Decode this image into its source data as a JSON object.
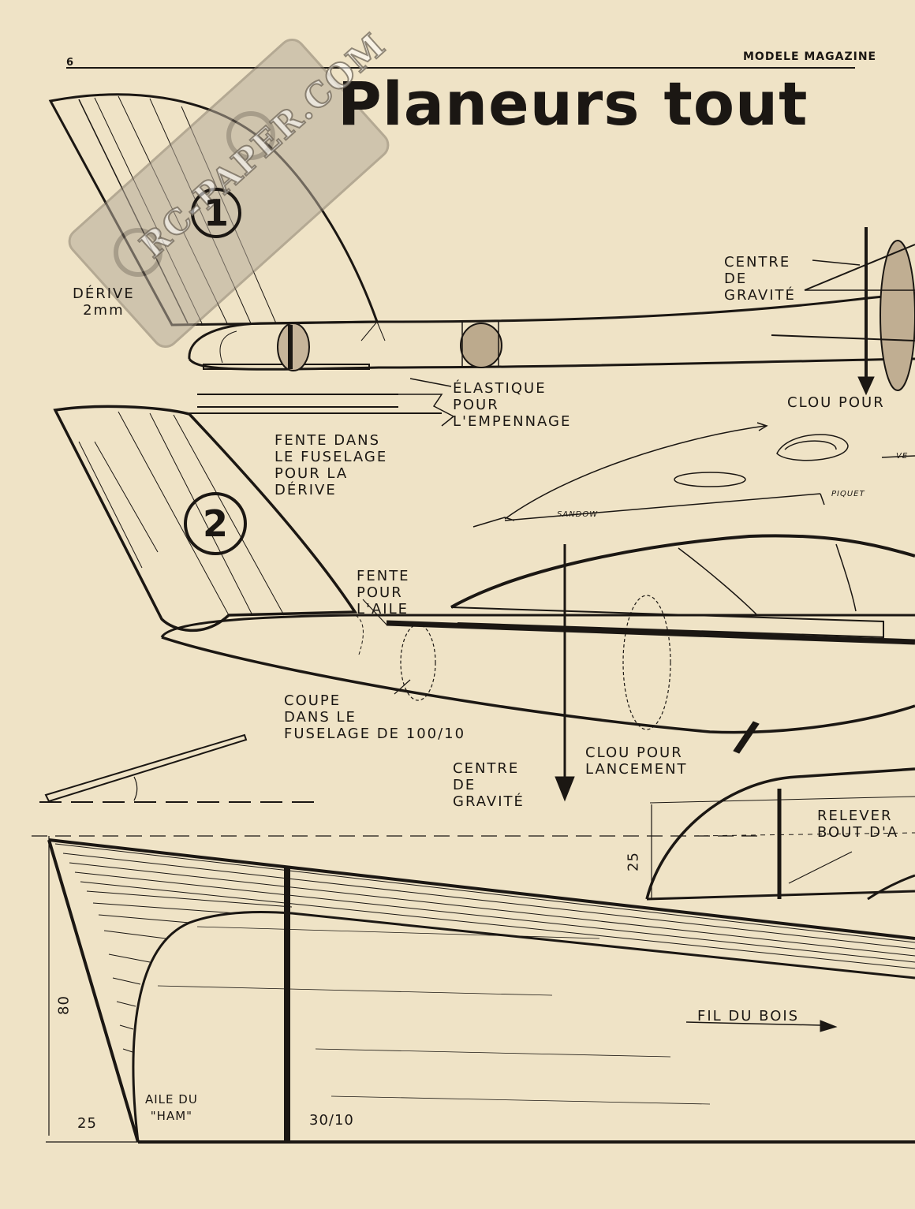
{
  "header": {
    "page_number": "6",
    "magazine": "MODELE MAGAZINE",
    "title_words": [
      "Planeurs",
      "tout"
    ]
  },
  "watermark": {
    "text": "RC-PAPER.COM"
  },
  "figures": {
    "one": "1",
    "two": "2"
  },
  "labels": {
    "derive": "DÉRIVE\n2mm",
    "elastique": "ÉLASTIQUE\nPOUR\nL'EMPENNAGE",
    "fente_fuselage": "FENTE DANS\nLE FUSELAGE\nPOUR LA\nDÉRIVE",
    "centre_gravite_top": "CENTRE\nDE\nGRAVITÉ",
    "clou_pour_top": "CLOU POUR",
    "sandow": "SANDOW",
    "piquet": "PIQUET",
    "vent": "VE",
    "fente_aile": "FENTE\nPOUR\nL'AILE",
    "coupe": "COUPE\nDANS LE\nFUSELAGE DE 100/10",
    "clou_lancement": "CLOU POUR\nLANCEMENT",
    "centre_gravite_bottom": "CENTRE\nDE\nGRAVITÉ",
    "relever": "RELEVER\nBOUT D'A",
    "fil_du_bois": "FIL DU BOIS",
    "aile_ham": "AILE DU\n\"HAM\""
  },
  "dimensions": {
    "d25_right": "25",
    "d80": "80",
    "d25_left": "25",
    "d30_10": "30/10"
  },
  "colors": {
    "paper": "#efe3c6",
    "ink": "#1b1713"
  }
}
